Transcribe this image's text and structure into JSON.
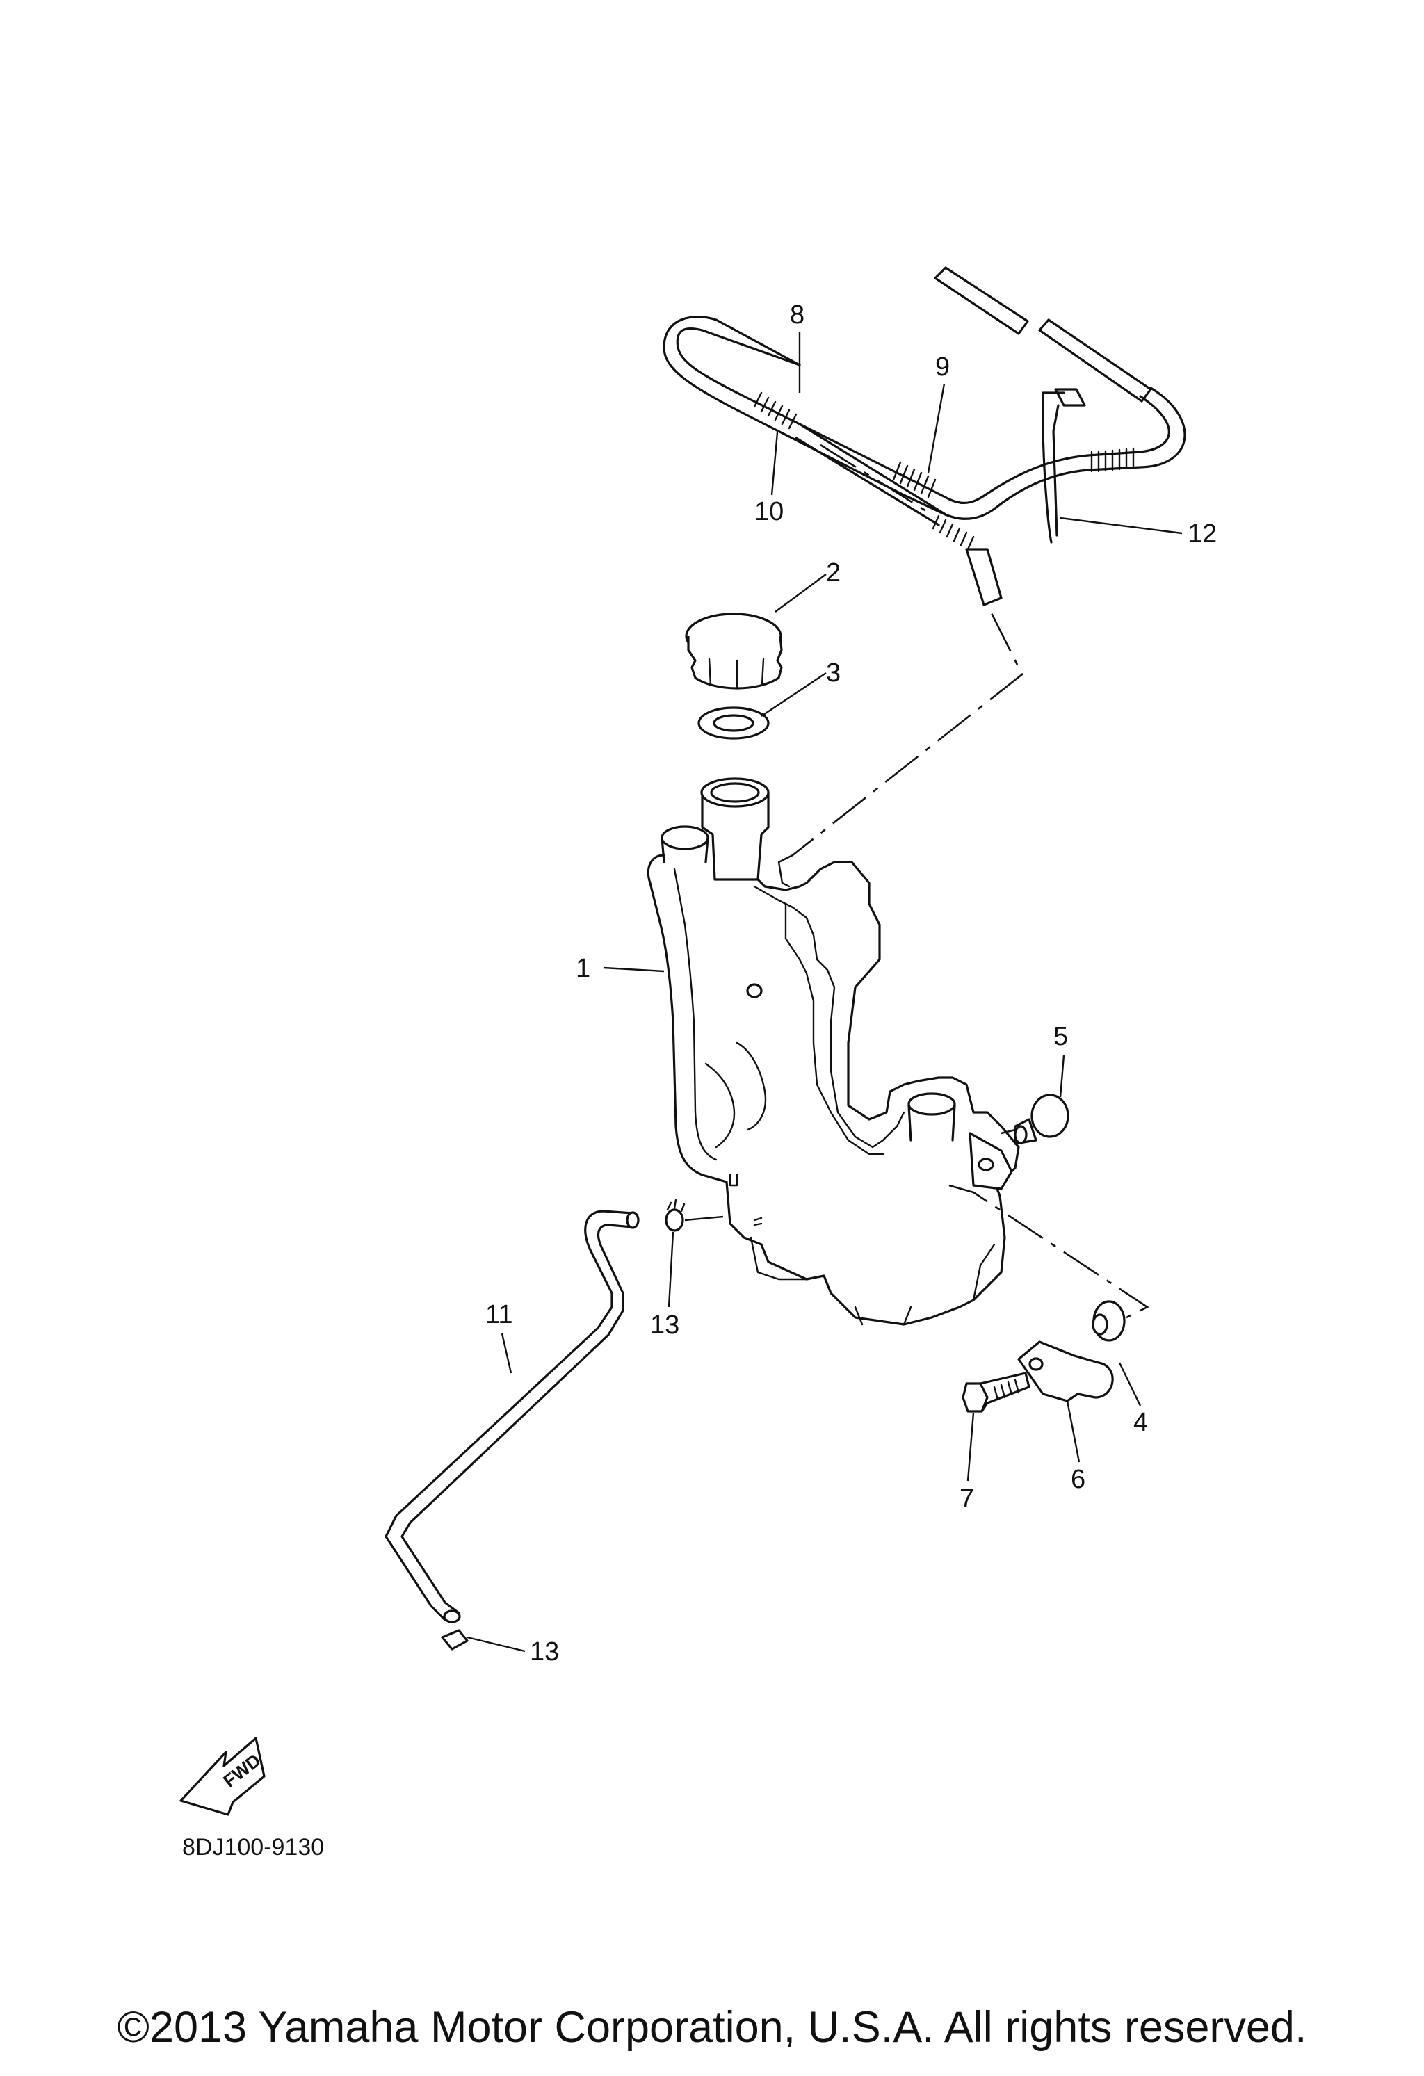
{
  "diagram": {
    "callouts": {
      "c1": "1",
      "c2": "2",
      "c3": "3",
      "c4": "4",
      "c5": "5",
      "c6": "6",
      "c7": "7",
      "c8": "8",
      "c9": "9",
      "c10": "10",
      "c11": "11",
      "c12": "12",
      "c13a": "13",
      "c13b": "13"
    },
    "parts": [
      {
        "ref": "1",
        "name": "coolant-reservoir-tank"
      },
      {
        "ref": "2",
        "name": "reservoir-cap"
      },
      {
        "ref": "3",
        "name": "cap-gasket"
      },
      {
        "ref": "4",
        "name": "grommet"
      },
      {
        "ref": "5",
        "name": "collar"
      },
      {
        "ref": "6",
        "name": "hose-clamp-bracket"
      },
      {
        "ref": "7",
        "name": "bolt"
      },
      {
        "ref": "8",
        "name": "breather-hose"
      },
      {
        "ref": "9",
        "name": "protector-sleeve"
      },
      {
        "ref": "10",
        "name": "protector-sleeve"
      },
      {
        "ref": "11",
        "name": "overflow-hose"
      },
      {
        "ref": "12",
        "name": "hose-holder"
      },
      {
        "ref": "13",
        "name": "hose-clip"
      }
    ],
    "fwd_label": "FWD",
    "diagram_code": "8DJ100-9130"
  },
  "copyright": "©2013 Yamaha Motor Corporation, U.S.A. All rights reserved."
}
